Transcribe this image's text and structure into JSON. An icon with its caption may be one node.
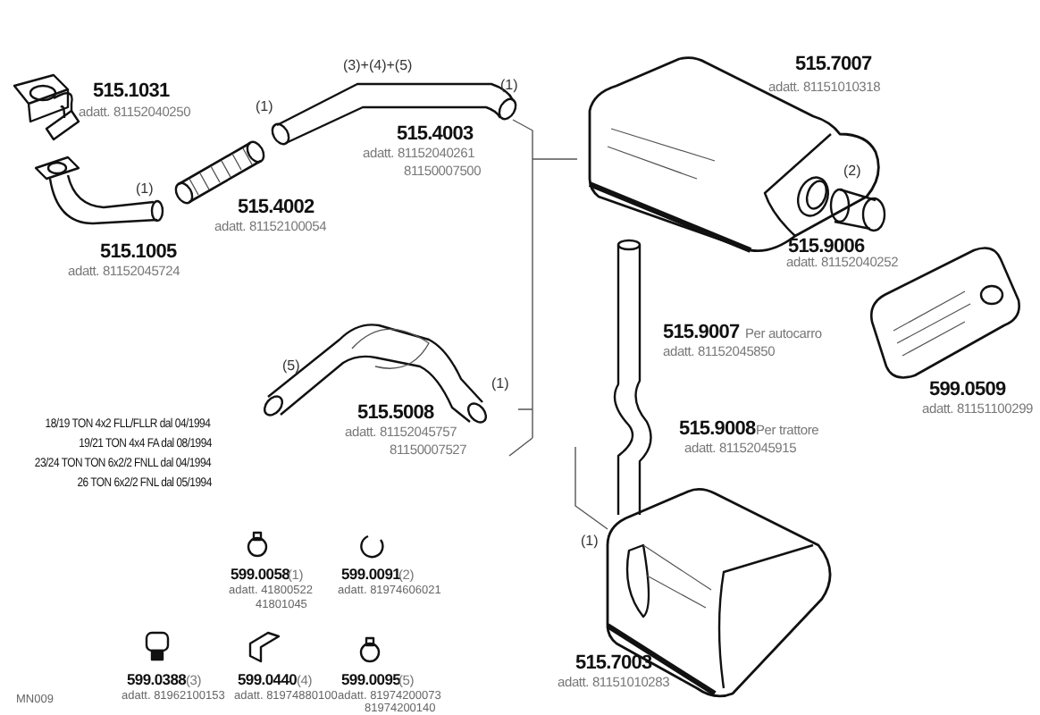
{
  "diagram": {
    "labels": [
      "515.1031",
      "adatt. 81152040250",
      "(3)+(4)+(5)",
      "(1)",
      "(1)",
      "515.4003",
      "adatt. 81152040261",
      "81150007500",
      "(1)",
      "515.4002",
      "adatt. 81152100054",
      "515.1005",
      "adatt. 81152045724",
      "515.7007",
      "adatt. 81151010318",
      "(2)",
      "515.9006",
      "adatt. 81152040252",
      "515.9007",
      "Per autocarro",
      "adatt. 81152045850",
      "(5)",
      "(1)",
      "599.0509",
      "adatt. 81151100299",
      "515.5008",
      "adatt. 81152045757",
      "81150007527",
      "18/19 TON 4x2 FLL/FLLR dal 04/1994",
      "19/21 TON 4x4 FA  dal 08/1994",
      "23/24 TON TON 6x2/2 FNLL dal 04/1994",
      "26 TON 6x2/2 FNL  dal 05/1994",
      "515.9008",
      "Per trattore",
      "adatt. 81152045915",
      "(1)",
      "599.0058",
      "(1)",
      "adatt. 41800522",
      "41801045",
      "599.0091",
      "(2)",
      "adatt. 81974606021",
      "599.0388",
      "(3)",
      "599.0440",
      "(4)",
      "599.0095",
      "(5)",
      "515.7003",
      "MN009",
      "adatt. 81962100153",
      "adatt. 81974880100",
      "adatt. 81974200073",
      "adatt. 81151010283",
      "81974200140"
    ]
  }
}
